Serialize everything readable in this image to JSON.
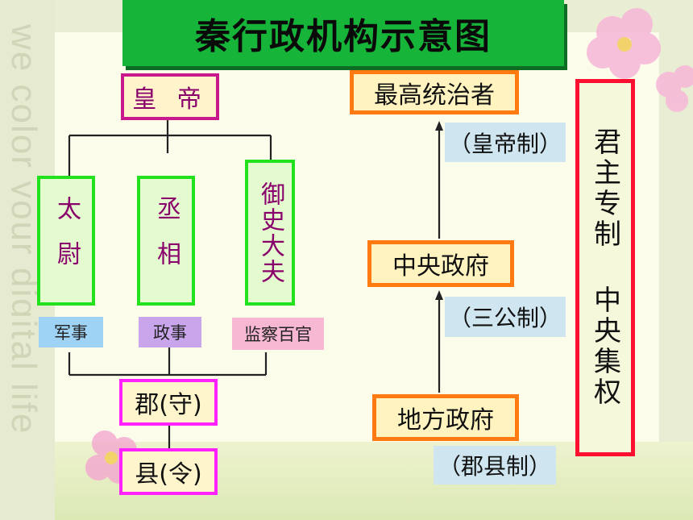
{
  "watermark": "we color your digital life",
  "title": "秦行政机构示意图",
  "left_chart": {
    "emperor": "皇 帝",
    "taiwei": "太尉",
    "chengxiang": "丞相",
    "yushidafu": "御史大夫",
    "label_military": "军事",
    "label_politics": "政事",
    "label_supervision": "监察百官",
    "jun": "郡(守)",
    "xian": "县(令)"
  },
  "right_chart": {
    "top": "最高统治者",
    "top_system": "（皇帝制）",
    "middle": "中央政府",
    "middle_system": "（三公制）",
    "bottom": "地方政府",
    "bottom_system": "（郡县制）"
  },
  "side_banner": "君主专制 中央集权",
  "colors": {
    "title_bg": "#16b53a",
    "emperor_border": "#c8188c",
    "officials_border": "#22e21e",
    "county_border": "#ff22ff",
    "right_border": "#ff7a10",
    "banner_border": "#ff1030"
  }
}
